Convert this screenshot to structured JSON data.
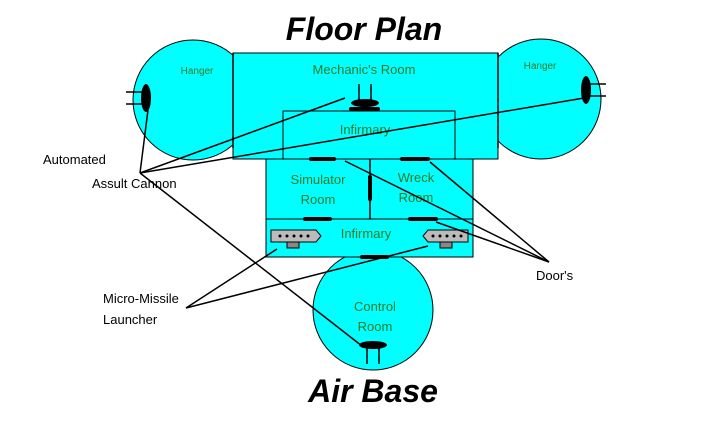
{
  "title": "Floor Plan",
  "subtitle": "Air Base",
  "rooms": {
    "hanger_left": "Hanger",
    "hanger_right": "Hanger",
    "mechanics": "Mechanic's Room",
    "infirmary_top": "Infirmary",
    "simulator_line1": "Simulator",
    "simulator_line2": "Room",
    "wreck_line1": "Wreck",
    "wreck_line2": "Room",
    "infirmary_bottom": "Infirmary",
    "control_line1": "Control",
    "control_line2": "Room"
  },
  "callouts": {
    "automated": "Automated",
    "assult_cannon": "Assult Cannon",
    "micro_missile_line1": "Micro-Missile",
    "micro_missile_line2": "Launcher",
    "doors": "Door's"
  },
  "colors": {
    "building_fill": "#00ffff",
    "room_label": "#2a7a2a"
  }
}
